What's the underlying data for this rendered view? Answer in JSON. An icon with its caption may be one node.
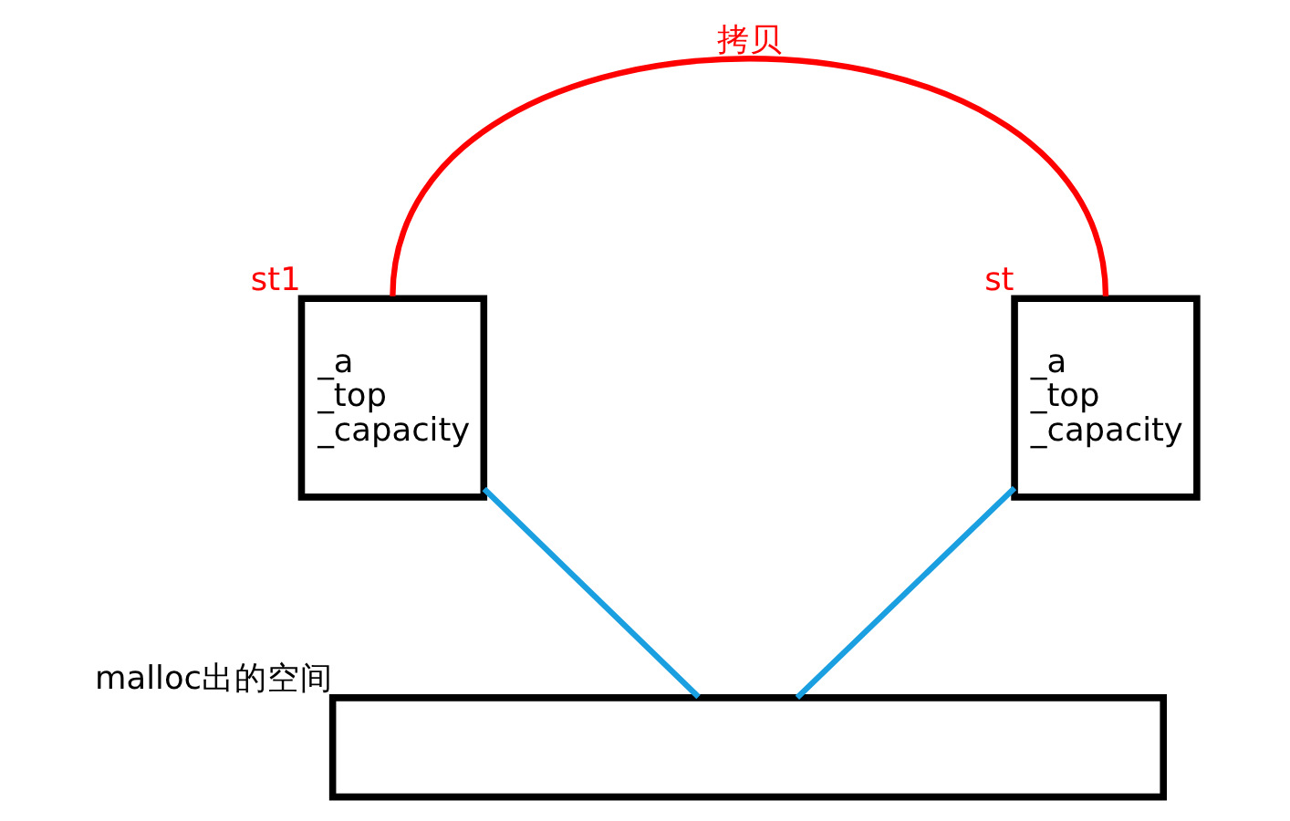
{
  "diagram": {
    "nodes": [
      {
        "text": [
          "_a",
          "_top",
          "_capacity"
        ],
        "beside": [
          "st1"
        ]
      },
      {
        "text": [
          "_a",
          "_top",
          "_capacity"
        ],
        "beside": [
          "st"
        ]
      },
      {
        "text": [],
        "shape": "box",
        "beside": [
          "malloc出的空间"
        ]
      }
    ],
    "edges": [
      {
        "from": 0,
        "to": 1,
        "arrow": "none",
        "label": "拷贝",
        "color": "#ff0000"
      },
      {
        "from": 0,
        "to": 2,
        "arrow": "none",
        "color": "#1a9fe0"
      },
      {
        "from": 1,
        "to": 2,
        "arrow": "none",
        "color": "#1a9fe0"
      }
    ]
  }
}
